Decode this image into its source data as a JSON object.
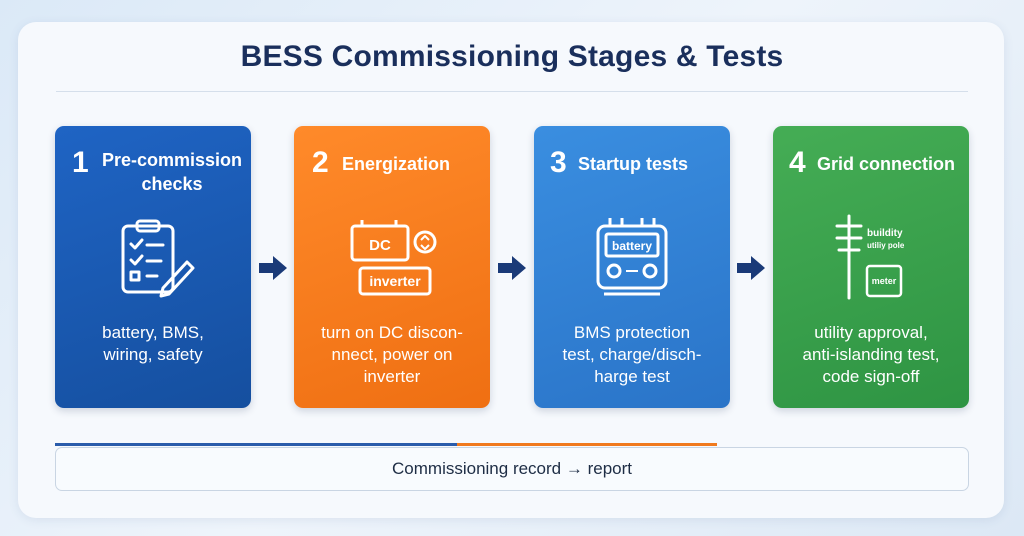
{
  "title": "BESS Commissioning Stages & Tests",
  "stages": [
    {
      "number": "1",
      "name_line1": "Pre-commission",
      "name_line2": "checks",
      "desc_line1": "battery, BMS,",
      "desc_line2": "wiring, safety",
      "desc_line3": "",
      "icon": "clipboard-checklist-icon",
      "color": "#1f64c4"
    },
    {
      "number": "2",
      "name_line1": "Energization",
      "name_line2": "",
      "desc_line1": "turn on DC discon-",
      "desc_line2": "nnect, power on",
      "desc_line3": "inverter",
      "icon": "dc-inverter-icon",
      "color": "#ff8a2a",
      "icon_labels": {
        "dc": "DC",
        "inverter": "inverter"
      }
    },
    {
      "number": "3",
      "name_line1": "Startup tests",
      "name_line2": "",
      "desc_line1": "BMS protection",
      "desc_line2": "test, charge/disch-",
      "desc_line3": "harge test",
      "icon": "battery-tester-icon",
      "color": "#3a8ee0",
      "icon_labels": {
        "battery": "battery"
      }
    },
    {
      "number": "4",
      "name_line1": "Grid connection",
      "name_line2": "",
      "desc_line1": "utility approval,",
      "desc_line2": "anti-islanding test,",
      "desc_line3": "code sign-off",
      "icon": "utility-pole-meter-icon",
      "color": "#45ad55",
      "icon_labels": {
        "pole_line1": "buildity",
        "pole_line2": "utiliy pole",
        "meter": "meter"
      }
    }
  ],
  "arrows": {
    "icon": "arrow-right-icon",
    "color": "#1a3a78"
  },
  "progress_colors": [
    "#2a5cab",
    "#f07a1e",
    "#c9d5e3"
  ],
  "record": {
    "label": "Commissioning record → report"
  }
}
